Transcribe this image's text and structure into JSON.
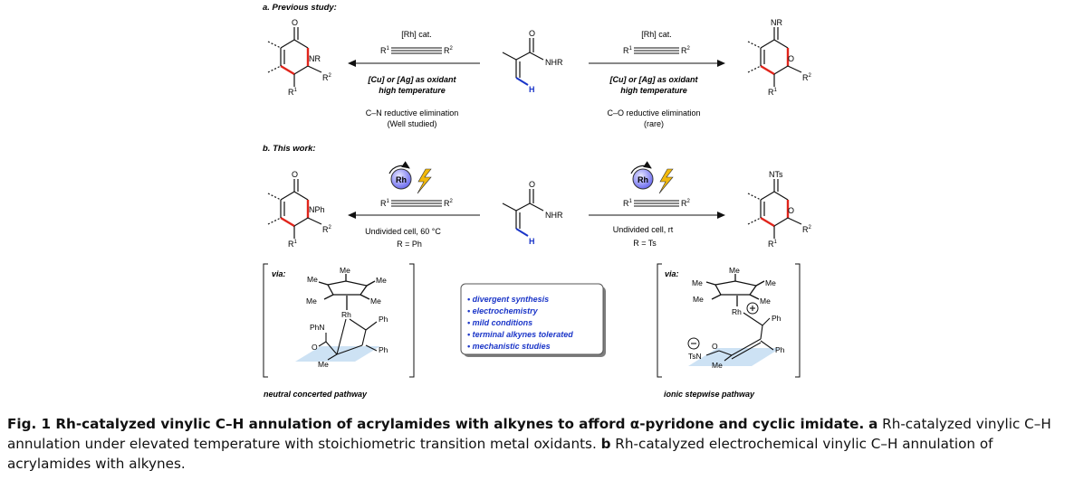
{
  "section_a": {
    "label": "a. Previous study:",
    "left": {
      "catalyst": "[Rh] cat.",
      "oxidant": "[Cu] or [Ag] as oxidant",
      "temperature": "high temperature",
      "elimination": "C–N reductive elimination",
      "note": "(Well studied)"
    },
    "right": {
      "catalyst": "[Rh] cat.",
      "oxidant": "[Cu] or [Ag] as oxidant",
      "temperature": "high temperature",
      "elimination": "C–O reductive elimination",
      "note": "(rare)"
    }
  },
  "section_b": {
    "label": "b. This work:",
    "left": {
      "conditions": "Undivided cell, 60 °C",
      "r_group": "R = Ph"
    },
    "right": {
      "conditions": "Undivided cell, rt",
      "r_group": "R = Ts"
    },
    "rh_badge": "Rh"
  },
  "molecule_labels": {
    "nr": "NR",
    "nhr": "NHR",
    "nph": "NPh",
    "nts": "NTs",
    "o": "O",
    "h": "H",
    "r1": "R",
    "r2": "R",
    "r1_sup": "1",
    "r2_sup": "2",
    "me": "Me",
    "ph": "Ph",
    "rh": "Rh",
    "phn": "PhN",
    "tsn": "TsN"
  },
  "via_label": "via:",
  "pathways": {
    "left": "neutral concerted pathway",
    "right": "ionic stepwise pathway"
  },
  "features": [
    "• divergent synthesis",
    "• electrochemistry",
    "• mild conditions",
    "• terminal alkynes tolerated",
    "• mechanistic studies"
  ],
  "caption": {
    "title": "Fig. 1 Rh-catalyzed vinylic C–H annulation of acrylamides with alkynes to afford α-pyridone and cyclic imidate.",
    "a_tag": "a",
    "a_text": " Rh-catalyzed vinylic C–H annulation under elevated temperature with stoichiometric transition metal oxidants. ",
    "b_tag": "b",
    "b_text": " Rh-catalyzed electrochemical vinylic C–H annulation of acrylamides with alkynes."
  },
  "colors": {
    "highlight_red": "#e0241b",
    "bond_blue": "#1a35c8",
    "rh_purple": "#6c6cf0",
    "bolt_yellow": "#f2b90c",
    "plane_blue": "#bcd8f0"
  }
}
